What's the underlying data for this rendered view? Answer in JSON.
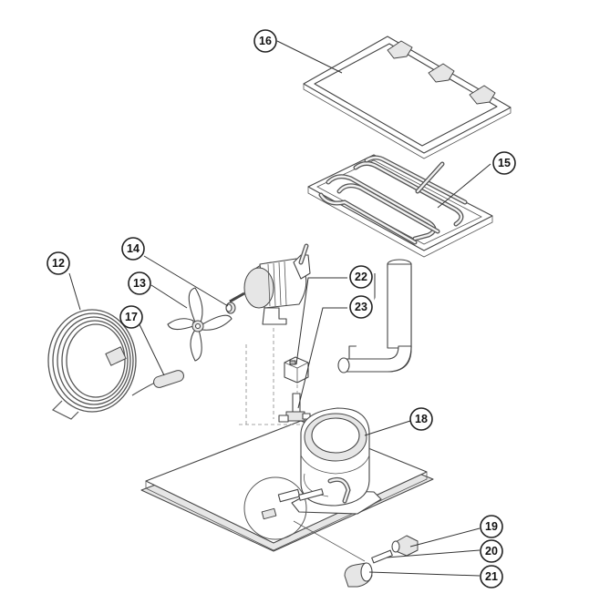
{
  "callouts": [
    {
      "id": "12",
      "label": "12"
    },
    {
      "id": "13",
      "label": "13"
    },
    {
      "id": "14",
      "label": "14"
    },
    {
      "id": "15",
      "label": "15"
    },
    {
      "id": "16",
      "label": "16"
    },
    {
      "id": "17",
      "label": "17"
    },
    {
      "id": "18",
      "label": "18"
    },
    {
      "id": "19",
      "label": "19"
    },
    {
      "id": "20",
      "label": "20"
    },
    {
      "id": "21",
      "label": "21"
    },
    {
      "id": "22",
      "label": "22"
    },
    {
      "id": "23",
      "label": "23"
    }
  ]
}
